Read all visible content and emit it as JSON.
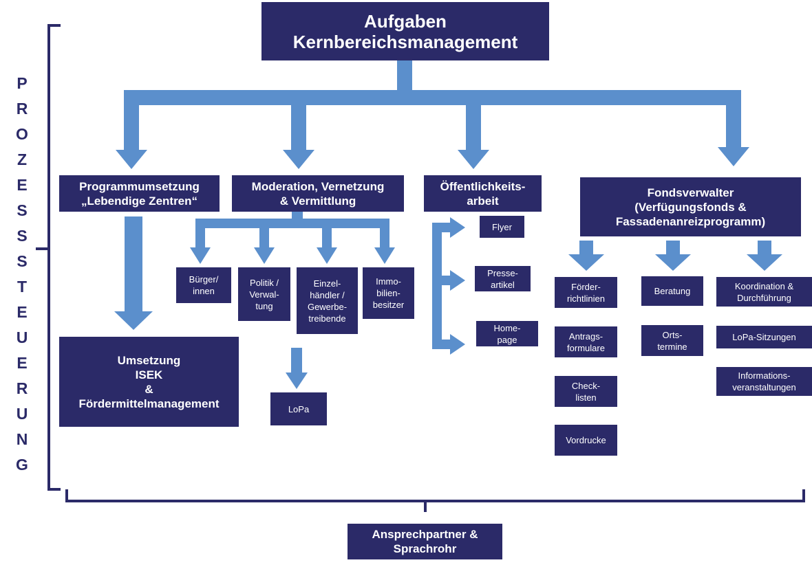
{
  "title": "Aufgaben\nKernbereichsmanagement",
  "side_label": "PROZESSSTEUERUNG",
  "bottom_label": "Ansprechpartner &\nSprachrohr",
  "columns": {
    "programm": {
      "label": "Programmumsetzung\n„Lebendige Zentren“",
      "child": "Umsetzung\nISEK\n&\nFördermittelmanagement"
    },
    "moderation": {
      "label": "Moderation, Vernetzung\n& Vermittlung",
      "children": [
        "Bürger/\ninnen",
        "Politik /\nVerwal-\ntung",
        "Einzel-\nhändler /\nGewerbe-\ntreibende",
        "Immo-\nbilien-\nbesitzer"
      ],
      "lopa": "LoPa"
    },
    "oeffentlichkeit": {
      "label": "Öffentlichkeits-\narbeit",
      "children": [
        "Flyer",
        "Presse-\nartikel",
        "Home-\npage"
      ]
    },
    "fonds": {
      "label": "Fondsverwalter\n(Verfügungsfonds &\nFassadenanreizprogramm)",
      "col1": [
        "Förder-\nrichtlinien",
        "Antrags-\nformulare",
        "Check-\nlisten",
        "Vordrucke"
      ],
      "col2": [
        "Beratung",
        "Orts-\ntermine"
      ],
      "col3": [
        "Koordination &\nDurchführung",
        "LoPa-Sitzungen",
        "Informations-\nveranstaltungen"
      ]
    }
  },
  "colors": {
    "box": "#2b2a68",
    "arrow": "#5b8fcc",
    "bracket": "#2b2a68"
  }
}
